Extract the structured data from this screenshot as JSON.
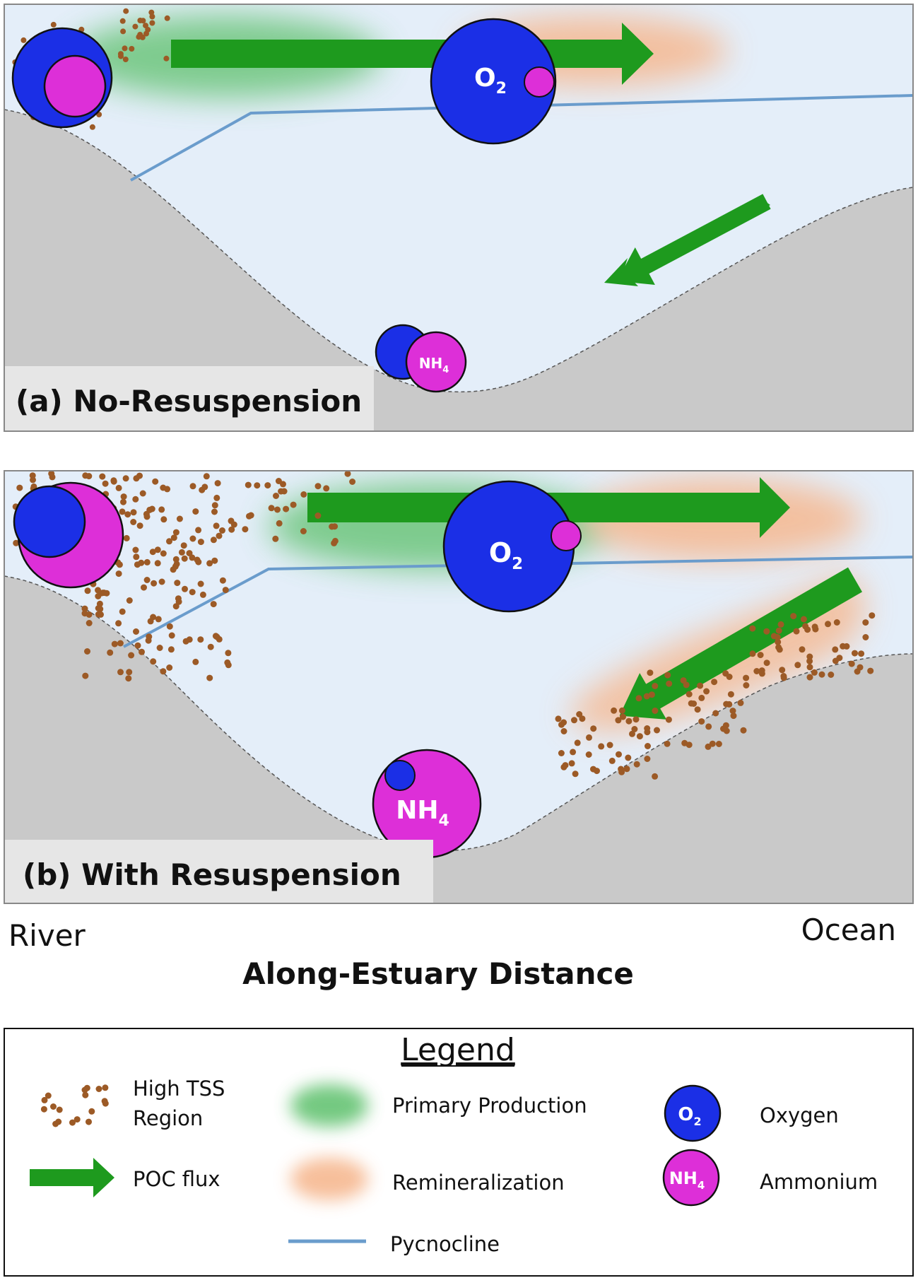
{
  "panels": {
    "a": {
      "label": "(a) No-Resuspension",
      "o2_label": "O",
      "o2_sub": "2",
      "nh4_label": "NH",
      "nh4_sub": "4"
    },
    "b": {
      "label": "(b) With Resuspension",
      "o2_label": "O",
      "o2_sub": "2",
      "nh4_label": "NH",
      "nh4_sub": "4"
    }
  },
  "axis": {
    "left": "River",
    "right": "Ocean",
    "title": "Along-Estuary Distance"
  },
  "legend": {
    "title": "Legend",
    "tss_line1": "High TSS",
    "tss_line2": "Region",
    "poc": "POC flux",
    "primary": "Primary Production",
    "remin": "Remineralization",
    "pycnocline": "Pycnocline",
    "oxygen": "Oxygen",
    "ammonium": "Ammonium",
    "o2_label": "O",
    "o2_sub": "2",
    "nh4_label": "NH",
    "nh4_sub": "4"
  },
  "colors": {
    "water": "#e4eef9",
    "land": "#c9c9c9",
    "oxygen": "#1b2fe6",
    "ammonium": "#dd2fd8",
    "poc": "#1e9a1e",
    "tss": "#9c5a26",
    "pycnocline": "#6a9ccc",
    "production": "#5cc06a",
    "remineralization": "#f6b890"
  }
}
